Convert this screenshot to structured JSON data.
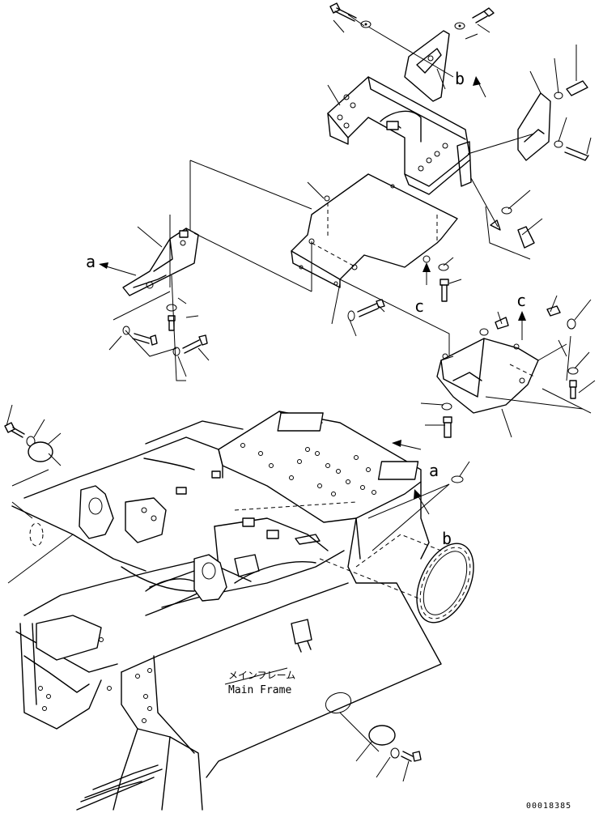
{
  "labels": {
    "a_left": "a",
    "a_right": "a",
    "b_top": "b",
    "b_right": "b",
    "c_mid": "c",
    "c_right": "c"
  },
  "main_frame": {
    "japanese": "メインフレーム",
    "english": "Main Frame"
  },
  "drawing_number": "00018385"
}
